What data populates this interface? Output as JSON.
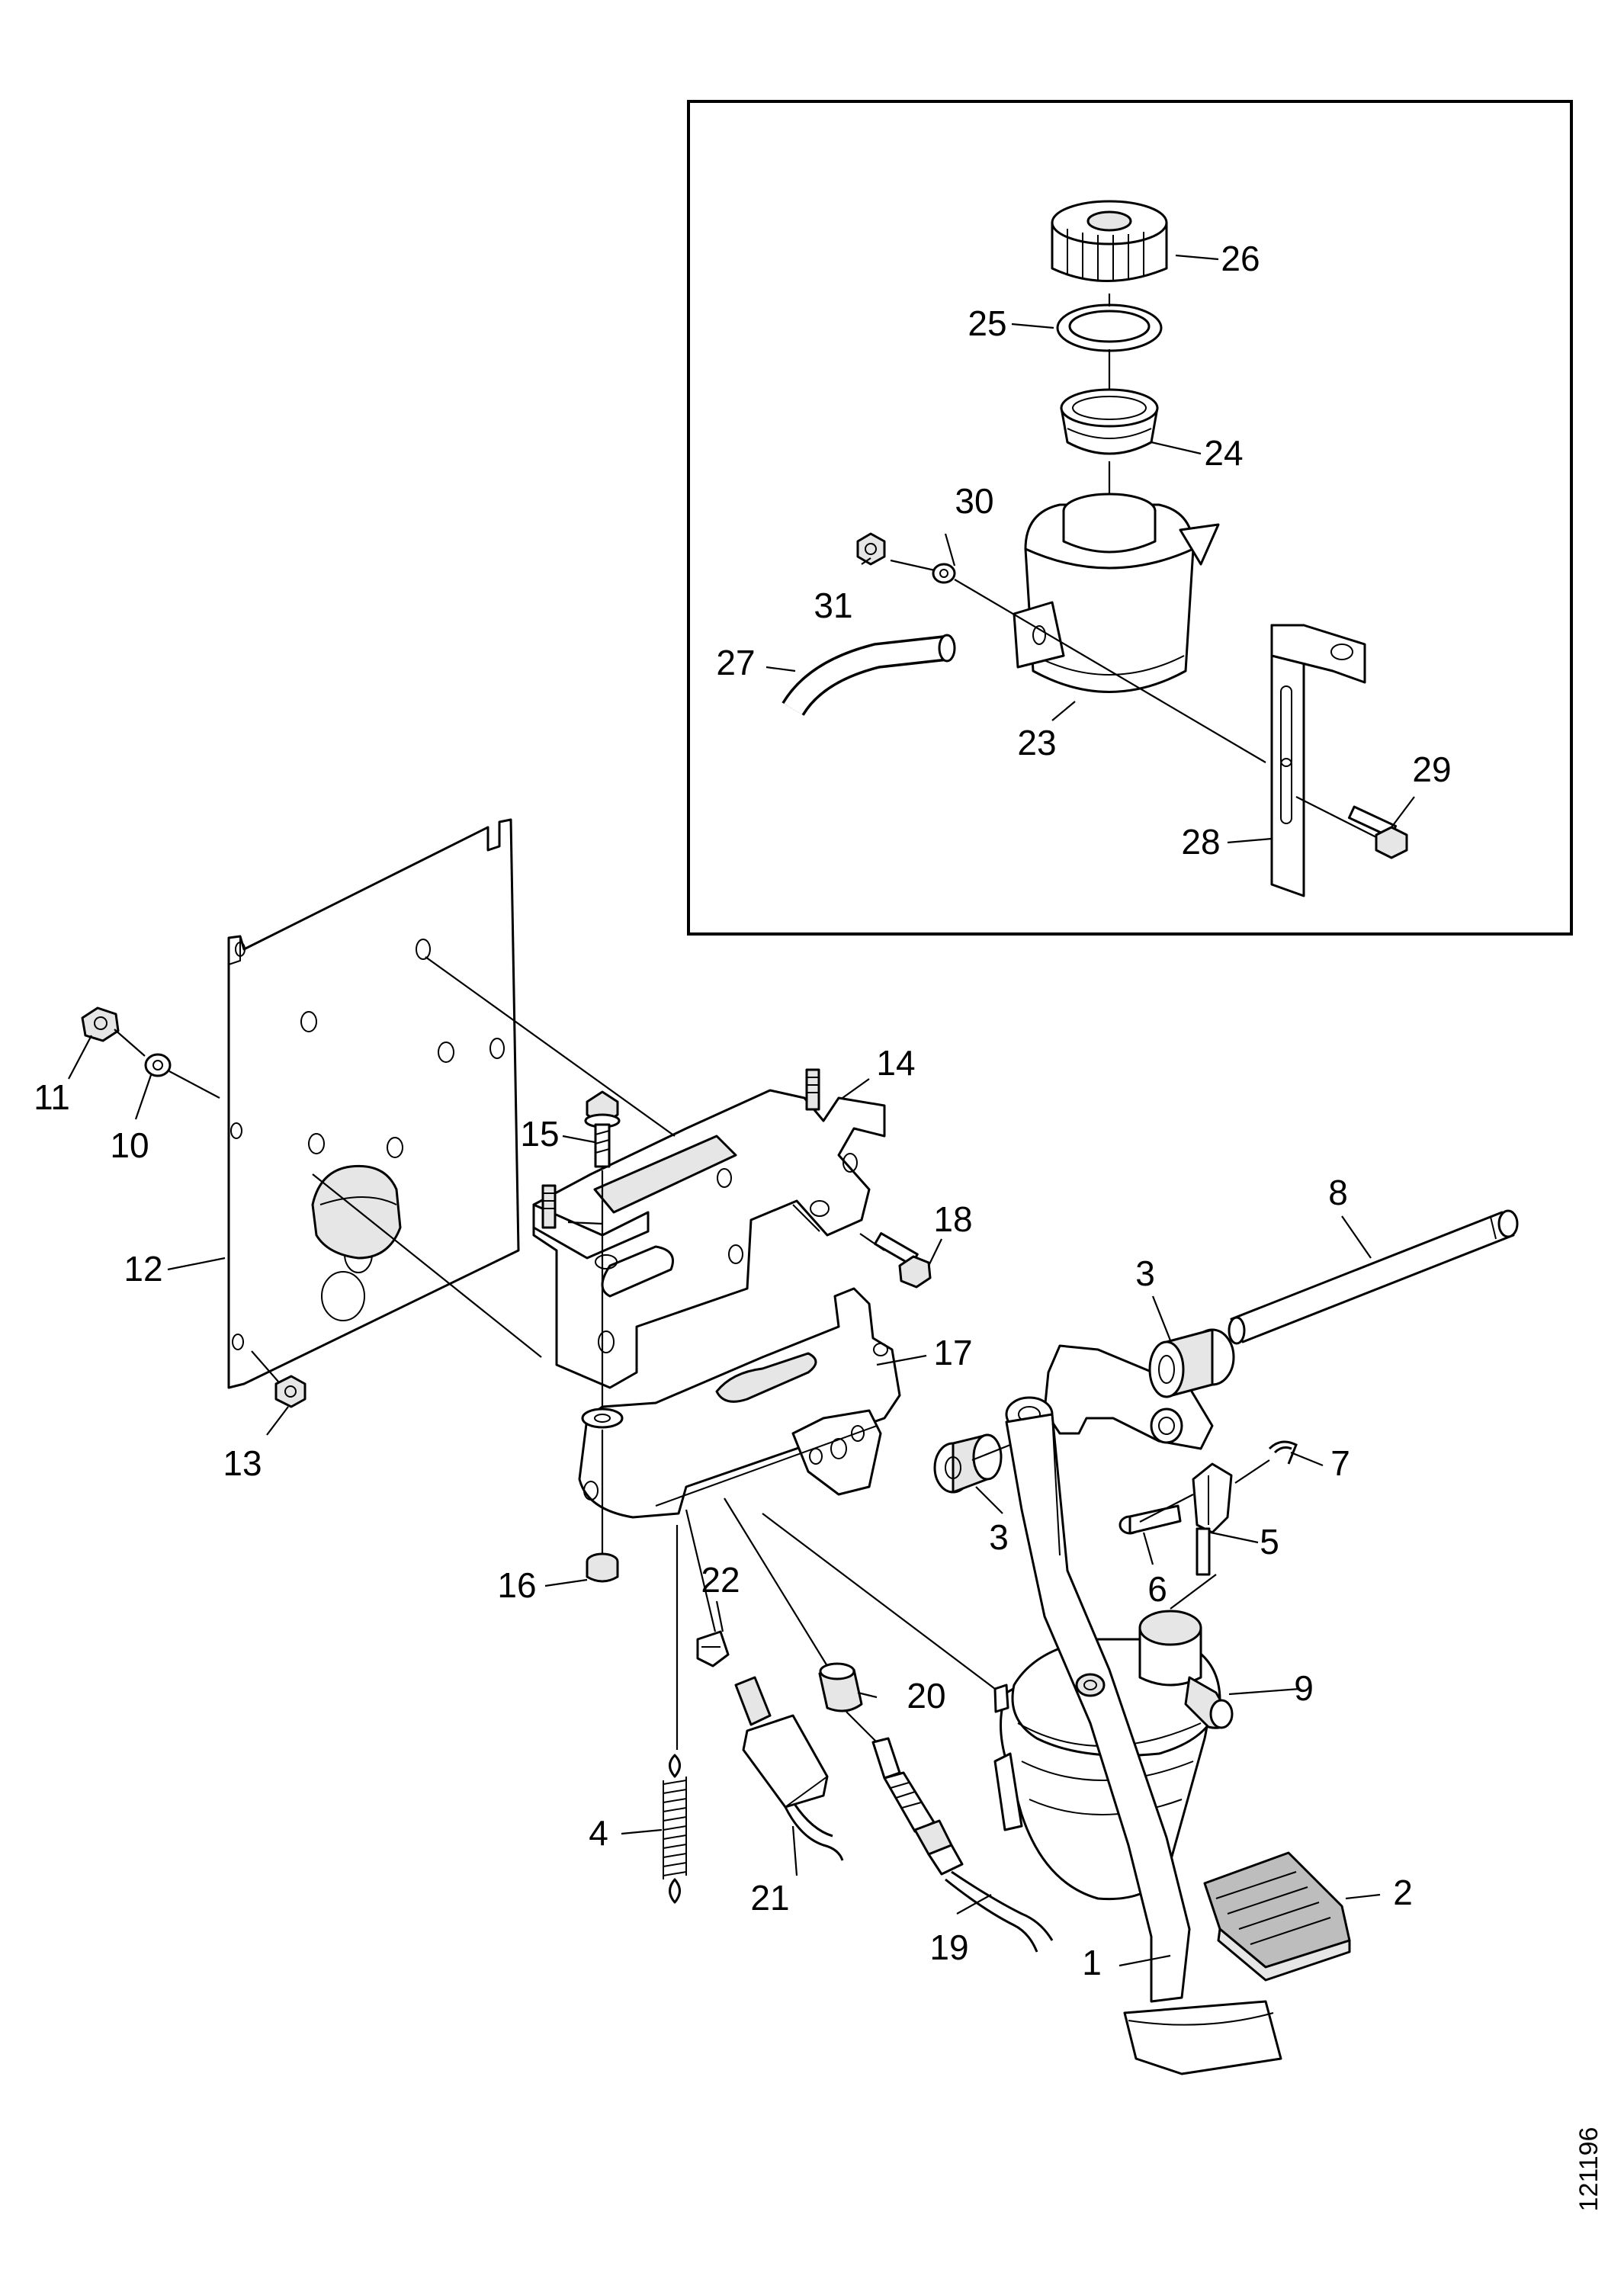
{
  "drawing_reference": "121196",
  "callouts": {
    "c1": "1",
    "c2": "2",
    "c3a": "3",
    "c3b": "3",
    "c4": "4",
    "c5": "5",
    "c6": "6",
    "c7": "7",
    "c8": "8",
    "c9": "9",
    "c10": "10",
    "c11": "11",
    "c12": "12",
    "c13": "13",
    "c14": "14",
    "c15": "15",
    "c16": "16",
    "c17": "17",
    "c18": "18",
    "c19": "19",
    "c20": "20",
    "c21": "21",
    "c22": "22",
    "c23": "23",
    "c24": "24",
    "c25": "25",
    "c26": "26",
    "c27": "27",
    "c28": "28",
    "c29": "29",
    "c30": "30",
    "c31": "31"
  }
}
